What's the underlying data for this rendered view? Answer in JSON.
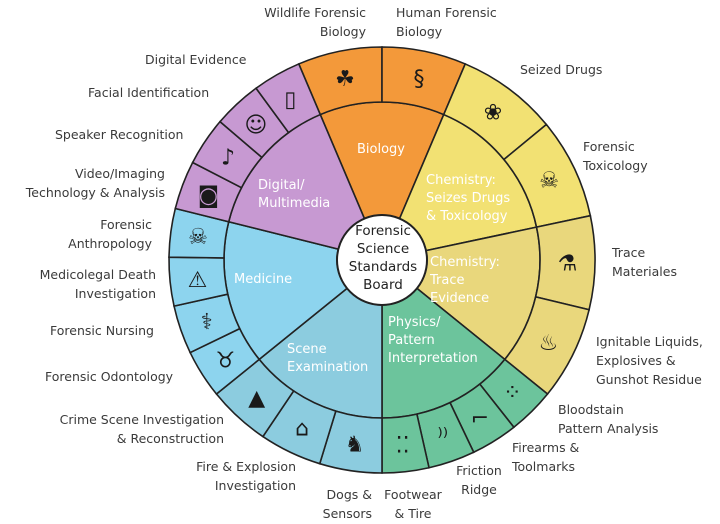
{
  "center": {
    "label": "Forensic\nScience\nStandards\nBoard"
  },
  "categories": [
    {
      "label": "Biology",
      "color": "#F3993A"
    },
    {
      "label": "Chemistry:\nSeizes Drugs\n& Toxicology",
      "color": "#F2E173"
    },
    {
      "label": "Chemistry:\nTrace\nEvidence",
      "color": "#E9D77C"
    },
    {
      "label": "Physics/\nPattern\nInterpretation",
      "color": "#6CC49C"
    },
    {
      "label": "Scene\nExamination",
      "color": "#8CCCDF"
    },
    {
      "label": "Medicine",
      "color": "#8DD4EE"
    },
    {
      "label": "Digital/\nMultimedia",
      "color": "#C799D2"
    }
  ],
  "subcommittees": [
    {
      "label": "Wildlife Forensic\nBiology",
      "icon": "leaf-icon",
      "glyph": "☘"
    },
    {
      "label": "Human Forensic\nBiology",
      "icon": "dna-icon",
      "glyph": "§"
    },
    {
      "label": "Seized Drugs",
      "icon": "drug-document-icon",
      "glyph": "❀"
    },
    {
      "label": "Forensic\nToxicology",
      "icon": "skull-crossbones-icon",
      "glyph": "☠"
    },
    {
      "label": "Trace\nMateriales",
      "icon": "microscope-icon",
      "glyph": "⚗"
    },
    {
      "label": "Ignitable Liquids,\nExplosives &\nGunshot Residue",
      "icon": "flame-icon",
      "glyph": "♨"
    },
    {
      "label": "Bloodstain\nPattern Analysis",
      "icon": "blood-drops-icon",
      "glyph": "⁘"
    },
    {
      "label": "Firearms &\nToolmarks",
      "icon": "gun-icon",
      "glyph": "⌐"
    },
    {
      "label": "Friction\nRidge",
      "icon": "friction-ridge-icon",
      "glyph": "⁾⁾"
    },
    {
      "label": "Footwear\n& Tire",
      "icon": "footprints-icon",
      "glyph": "⁚⁚"
    },
    {
      "label": "Dogs &\nSensors",
      "icon": "dog-icon",
      "glyph": "♞"
    },
    {
      "label": "Fire & Explosion\nInvestigation",
      "icon": "house-fire-icon",
      "glyph": "⌂"
    },
    {
      "label": "Crime Scene Investigation\n& Reconstruction",
      "icon": "evidence-marker-icon",
      "glyph": "▲"
    },
    {
      "label": "Forensic Odontology",
      "icon": "tooth-icon",
      "glyph": "♉"
    },
    {
      "label": "Forensic Nursing",
      "icon": "caduceus-icon",
      "glyph": "⚕"
    },
    {
      "label": "Medicolegal Death\nInvestigation",
      "icon": "falling-person-icon",
      "glyph": "⚠"
    },
    {
      "label": "Forensic\nAnthropology",
      "icon": "skull-icon",
      "glyph": "☠"
    },
    {
      "label": "Video/Imaging\nTechnology & Analysis",
      "icon": "camera-icon",
      "glyph": "◙"
    },
    {
      "label": "Speaker Recognition",
      "icon": "voice-icon",
      "glyph": "♪"
    },
    {
      "label": "Facial Identification",
      "icon": "face-icon",
      "glyph": "☺"
    },
    {
      "label": "Digital Evidence",
      "icon": "phone-icon",
      "glyph": "▯"
    }
  ]
}
